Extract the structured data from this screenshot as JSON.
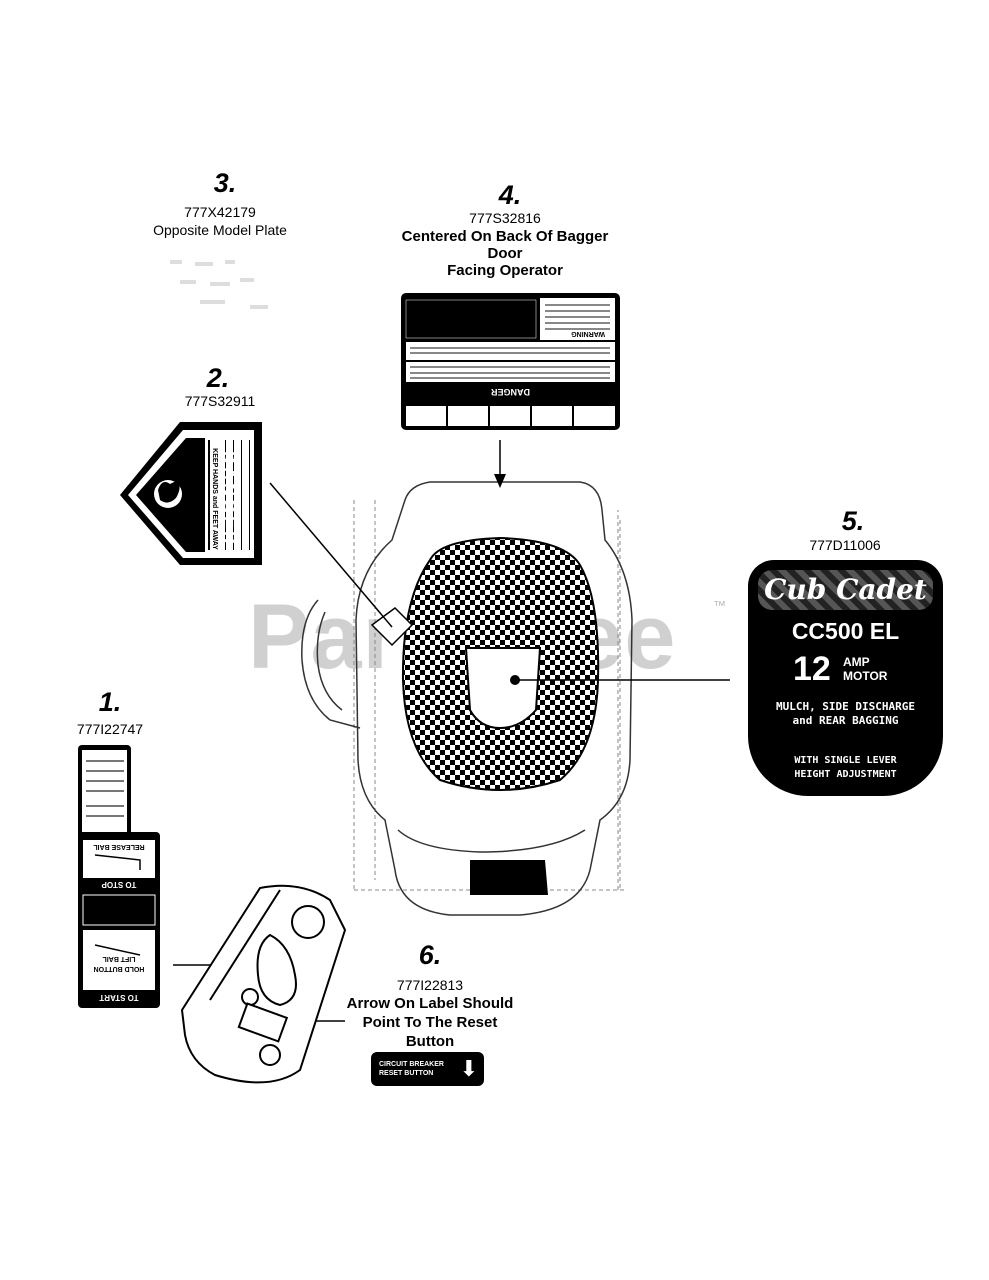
{
  "watermark": {
    "text": "PartsTree",
    "tm": "™"
  },
  "callouts": [
    {
      "num": "3.",
      "part": "777X42179",
      "caption": "Opposite Model Plate"
    },
    {
      "num": "4.",
      "part": "777S32816",
      "caption_lines": [
        "Centered On Back Of Bagger",
        "Door",
        "Facing Operator"
      ]
    },
    {
      "num": "2.",
      "part": "777S32911"
    },
    {
      "num": "5.",
      "part": "777D11006"
    },
    {
      "num": "1.",
      "part": "777I22747"
    },
    {
      "num": "6.",
      "part": "777I22813",
      "caption_lines": [
        "Arrow On Label Should",
        "Point To The Reset",
        "Button"
      ]
    }
  ],
  "label2": {
    "title": "DANGER",
    "subtitle": "KEEP HANDS and FEET AWAY"
  },
  "label4": {
    "header": "DANGER",
    "warning": "WARNING"
  },
  "label5": {
    "brand": "Cub Cadet",
    "model": "CC500 EL",
    "amp_value": "12",
    "amp_unit": "AMP",
    "amp_motor": "MOTOR",
    "desc_line1": "MULCH, SIDE DISCHARGE",
    "desc_line2": "and REAR BAGGING",
    "adj_line1": "WITH SINGLE LEVER",
    "adj_line2": "HEIGHT ADJUSTMENT"
  },
  "label1": {
    "to_start": "TO START",
    "hold_button": "HOLD BUTTON",
    "lift_bail": "LIFT BAIL",
    "to_stop": "TO STOP",
    "release_bail": "RELEASE BAIL"
  },
  "label6": {
    "line1": "CIRCUIT BREAKER",
    "line2": "RESET BUTTON",
    "arrow": "⬇"
  }
}
